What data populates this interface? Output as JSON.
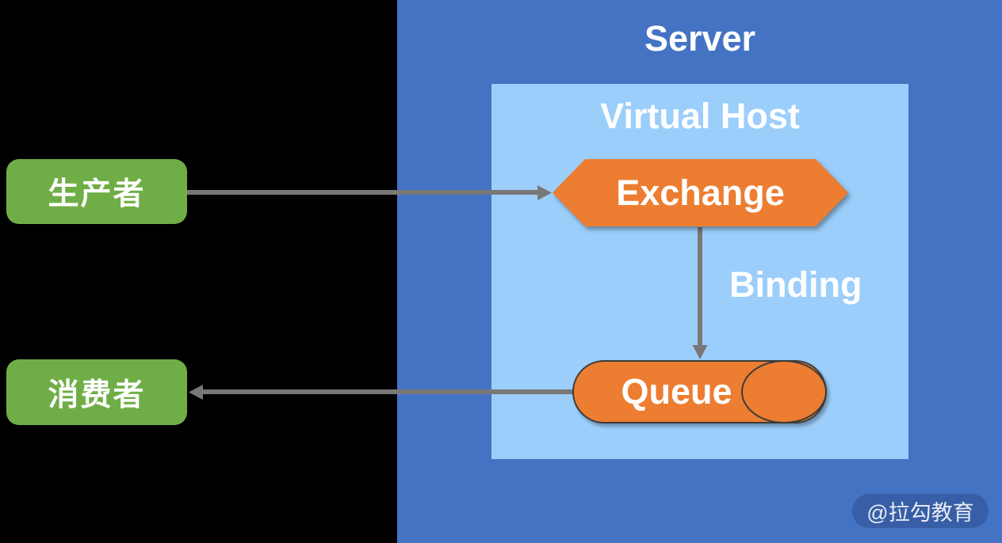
{
  "diagram": {
    "server_label": "Server",
    "virtual_host_label": "Virtual Host",
    "nodes": {
      "producer": "生产者",
      "consumer": "消费者",
      "exchange": "Exchange",
      "queue": "Queue"
    },
    "edges": {
      "binding_label": "Binding",
      "producer_to_exchange": "生产者 → Exchange",
      "exchange_to_queue": "Exchange → Queue (Binding)",
      "queue_to_consumer": "Queue → 消费者"
    },
    "watermark": "@拉勾教育",
    "colors": {
      "background": "#000000",
      "server_panel_blue": "#4473C4",
      "virtual_host_light_blue": "#9CCEFB",
      "node_orange": "#EC7D31",
      "node_green": "#6FAE46",
      "arrow_gray": "#7A7777",
      "shape_outline": "#3B3B3B",
      "text_white": "#FFFFFF"
    }
  }
}
